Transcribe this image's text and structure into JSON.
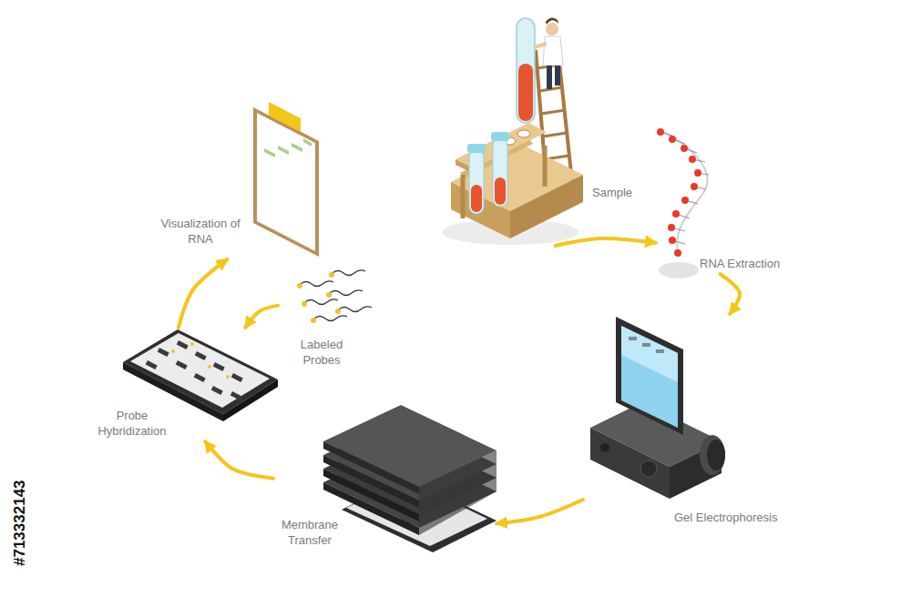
{
  "diagram": {
    "nodes": [
      {
        "text": [
          "Sample"
        ]
      },
      {
        "text": [
          "RNA Extraction"
        ]
      },
      {
        "text": [
          "Gel Electrophoresis"
        ]
      },
      {
        "text": [
          "Membrane Transfer"
        ]
      },
      {
        "text": [
          "Probe Hybridization"
        ]
      },
      {
        "text": [
          "Labeled Probes"
        ]
      },
      {
        "text": [
          "Visualization of RNA"
        ]
      }
    ],
    "edges": [
      {
        "from": 0,
        "to": 1,
        "arrow": "to"
      },
      {
        "from": 1,
        "to": 2,
        "arrow": "to"
      },
      {
        "from": 2,
        "to": 3,
        "arrow": "to"
      },
      {
        "from": 3,
        "to": 4,
        "arrow": "to"
      },
      {
        "from": 5,
        "to": 4,
        "arrow": "to"
      },
      {
        "from": 4,
        "to": 6,
        "arrow": "to"
      }
    ],
    "labels": [
      "#713332143"
    ]
  }
}
